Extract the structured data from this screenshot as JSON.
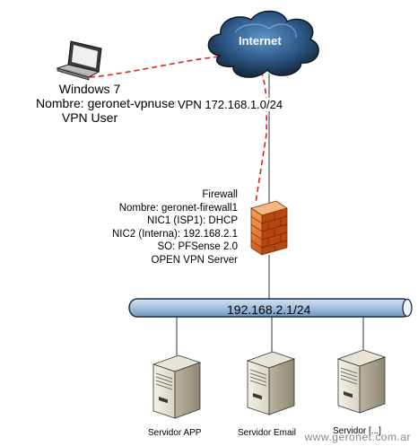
{
  "internet": {
    "label": "Internet"
  },
  "vpn_user": {
    "os": "Windows 7",
    "name": "Nombre: geronet-vpnuser",
    "role": "VPN User"
  },
  "vpn_link": {
    "label": "VPN 172.168.1.0/24"
  },
  "firewall": {
    "lines": [
      "Firewall",
      "Nombre: geronet-firewall1",
      "NIC1 (ISP1): DHCP",
      "NIC2 (Interna): 192.168.2.1",
      "SO: PFSense 2.0",
      "OPEN VPN Server"
    ]
  },
  "network": {
    "label": "192.168.2.1/24"
  },
  "servers": [
    {
      "label": "Servidor APP"
    },
    {
      "label": "Servidor Email"
    },
    {
      "label": "Servidor [...]"
    }
  ],
  "watermark": "www.geronet.com.ar",
  "colors": {
    "cloud_dark": "#1f3550",
    "cloud_light": "#4a7eb5",
    "vpn_tunnel": "#e02020",
    "bus_fill": "#a9c4e0",
    "bus_stroke": "#1c2e4a",
    "firewall": "#e8702a"
  }
}
